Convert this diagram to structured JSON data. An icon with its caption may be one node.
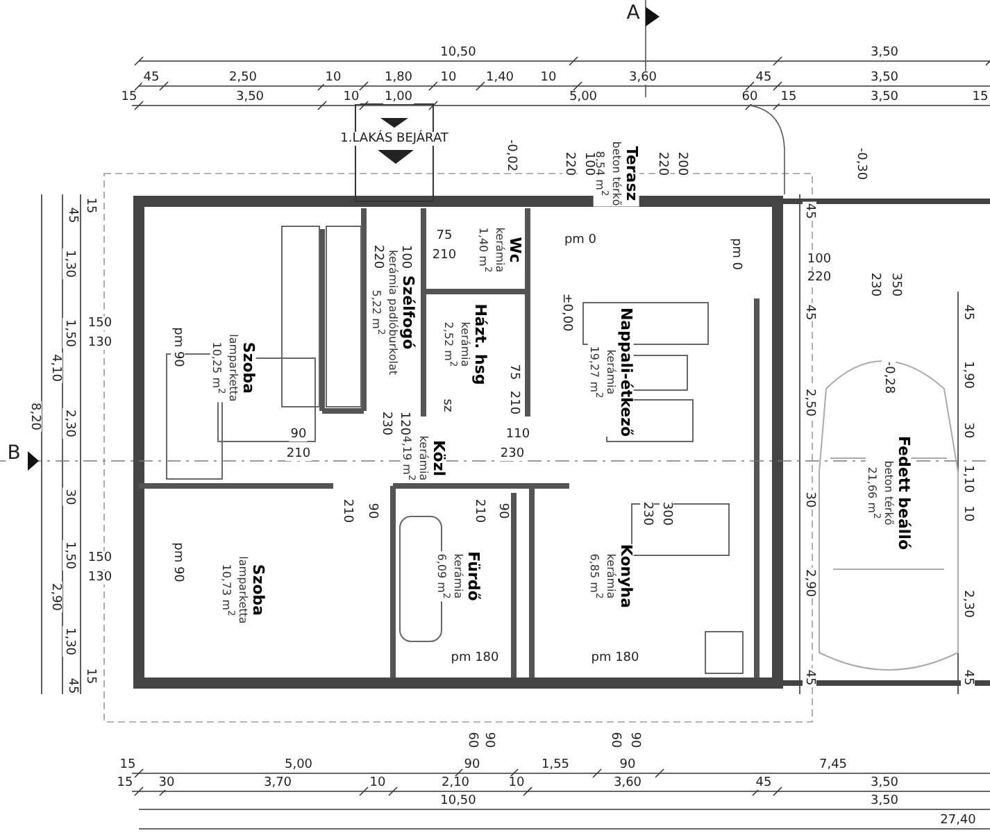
{
  "diagram": {
    "nodes": [
      {
        "text": [
          "Terasz",
          "beton térkő",
          "8,54 m$^{2}$"
        ]
      },
      {
        "text": [
          "Szoba",
          "lamparketta",
          "10,25 m$^{2}$"
        ]
      },
      {
        "text": [
          "Szélfogó",
          "kerámia padlóburkolat",
          "5,22 m$^{2}$"
        ]
      },
      {
        "text": [
          "Wc",
          "kerámia",
          "1,40 m$^{2}$"
        ]
      },
      {
        "text": [
          "Házt. hsg",
          "kerámia",
          "2,52 m$^{2}$"
        ]
      },
      {
        "text": [
          "Nappali-étkező",
          "kerámia",
          "19,27 m$^{2}$"
        ]
      },
      {
        "text": [
          "Közl",
          "kerámia",
          "4,19 m$^{2}$"
        ]
      },
      {
        "text": [
          "Szoba",
          "lamparketta",
          "10,73 m$^{2}$"
        ]
      },
      {
        "text": [
          "Fürdő",
          "kerámia",
          "6,09 m$^{2}$"
        ]
      },
      {
        "text": [
          "Konyha",
          "kerámia",
          "6,85 m$^{2}$"
        ]
      },
      {
        "text": [
          "Fedett beálló",
          "beton térkő",
          "21,66 m$^{2}$"
        ]
      }
    ],
    "edges": [],
    "labels": [
      "A",
      "10,50",
      "3,50",
      "45",
      "2,50",
      "10",
      "1,80",
      "10",
      "1,40",
      "10",
      "3,60",
      "45",
      "3,50",
      "15",
      "3,50",
      "10",
      "1,00",
      "5,00",
      "60",
      "15",
      "3,50",
      "15",
      "1.LAKÁS BEJÁRAT",
      "-0,02",
      "220",
      "100",
      "220",
      "200",
      "-0,30",
      "220",
      "100",
      "75",
      "210",
      "pm 0",
      "pm 0",
      "100",
      "220",
      "±0,00",
      "230",
      "350",
      "pm 90",
      "150",
      "130",
      "75",
      "210",
      "sz",
      "90",
      "210",
      "230",
      "120",
      "110",
      "230",
      "-0,28",
      "B",
      "15",
      "45",
      "1,30",
      "1,50",
      "4,10",
      "8,20",
      "2,30",
      "30",
      "1,50",
      "2,90",
      "1,30",
      "15",
      "45",
      "45",
      "45",
      "2,50",
      "45",
      "1,90",
      "30",
      "1,10",
      "30",
      "2,90",
      "10",
      "2,30",
      "45",
      "45",
      "pm 90",
      "150",
      "130",
      "210",
      "90",
      "210",
      "90",
      "230",
      "300",
      "pm 180",
      "pm 180",
      "60",
      "90",
      "60",
      "90",
      "15",
      "5,00",
      "90",
      "1,55",
      "90",
      "7,45",
      "15",
      "30",
      "3,70",
      "10",
      "2,10",
      "10",
      "3,60",
      "45",
      "3,50",
      "10,50",
      "3,50",
      "27,40"
    ]
  }
}
